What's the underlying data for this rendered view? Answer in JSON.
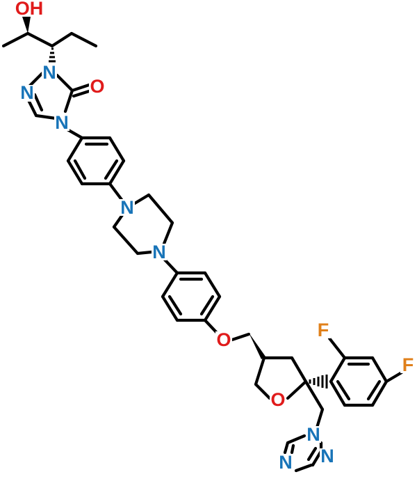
{
  "colors": {
    "N": "#1874b8",
    "O": "#e01b1b",
    "F": "#e0801b",
    "bond": "#000000",
    "background": "#ffffff"
  },
  "atoms": [
    {
      "id": "OH_top",
      "text": "OH",
      "element": "O"
    },
    {
      "id": "N1_top",
      "text": "N",
      "element": "N"
    },
    {
      "id": "N2_top",
      "text": "N",
      "element": "N"
    },
    {
      "id": "N4_top",
      "text": "N",
      "element": "N"
    },
    {
      "id": "O_keto",
      "text": "O",
      "element": "O"
    },
    {
      "id": "N_pip1",
      "text": "N",
      "element": "N"
    },
    {
      "id": "N_pip2",
      "text": "N",
      "element": "N"
    },
    {
      "id": "O_ether",
      "text": "O",
      "element": "O"
    },
    {
      "id": "O_ring",
      "text": "O",
      "element": "O"
    },
    {
      "id": "F_ortho",
      "text": "F",
      "element": "F"
    },
    {
      "id": "F_para",
      "text": "F",
      "element": "F"
    },
    {
      "id": "N1_bot",
      "text": "N",
      "element": "N"
    },
    {
      "id": "N2_bot",
      "text": "N",
      "element": "N"
    },
    {
      "id": "N4_bot",
      "text": "N",
      "element": "N"
    }
  ]
}
